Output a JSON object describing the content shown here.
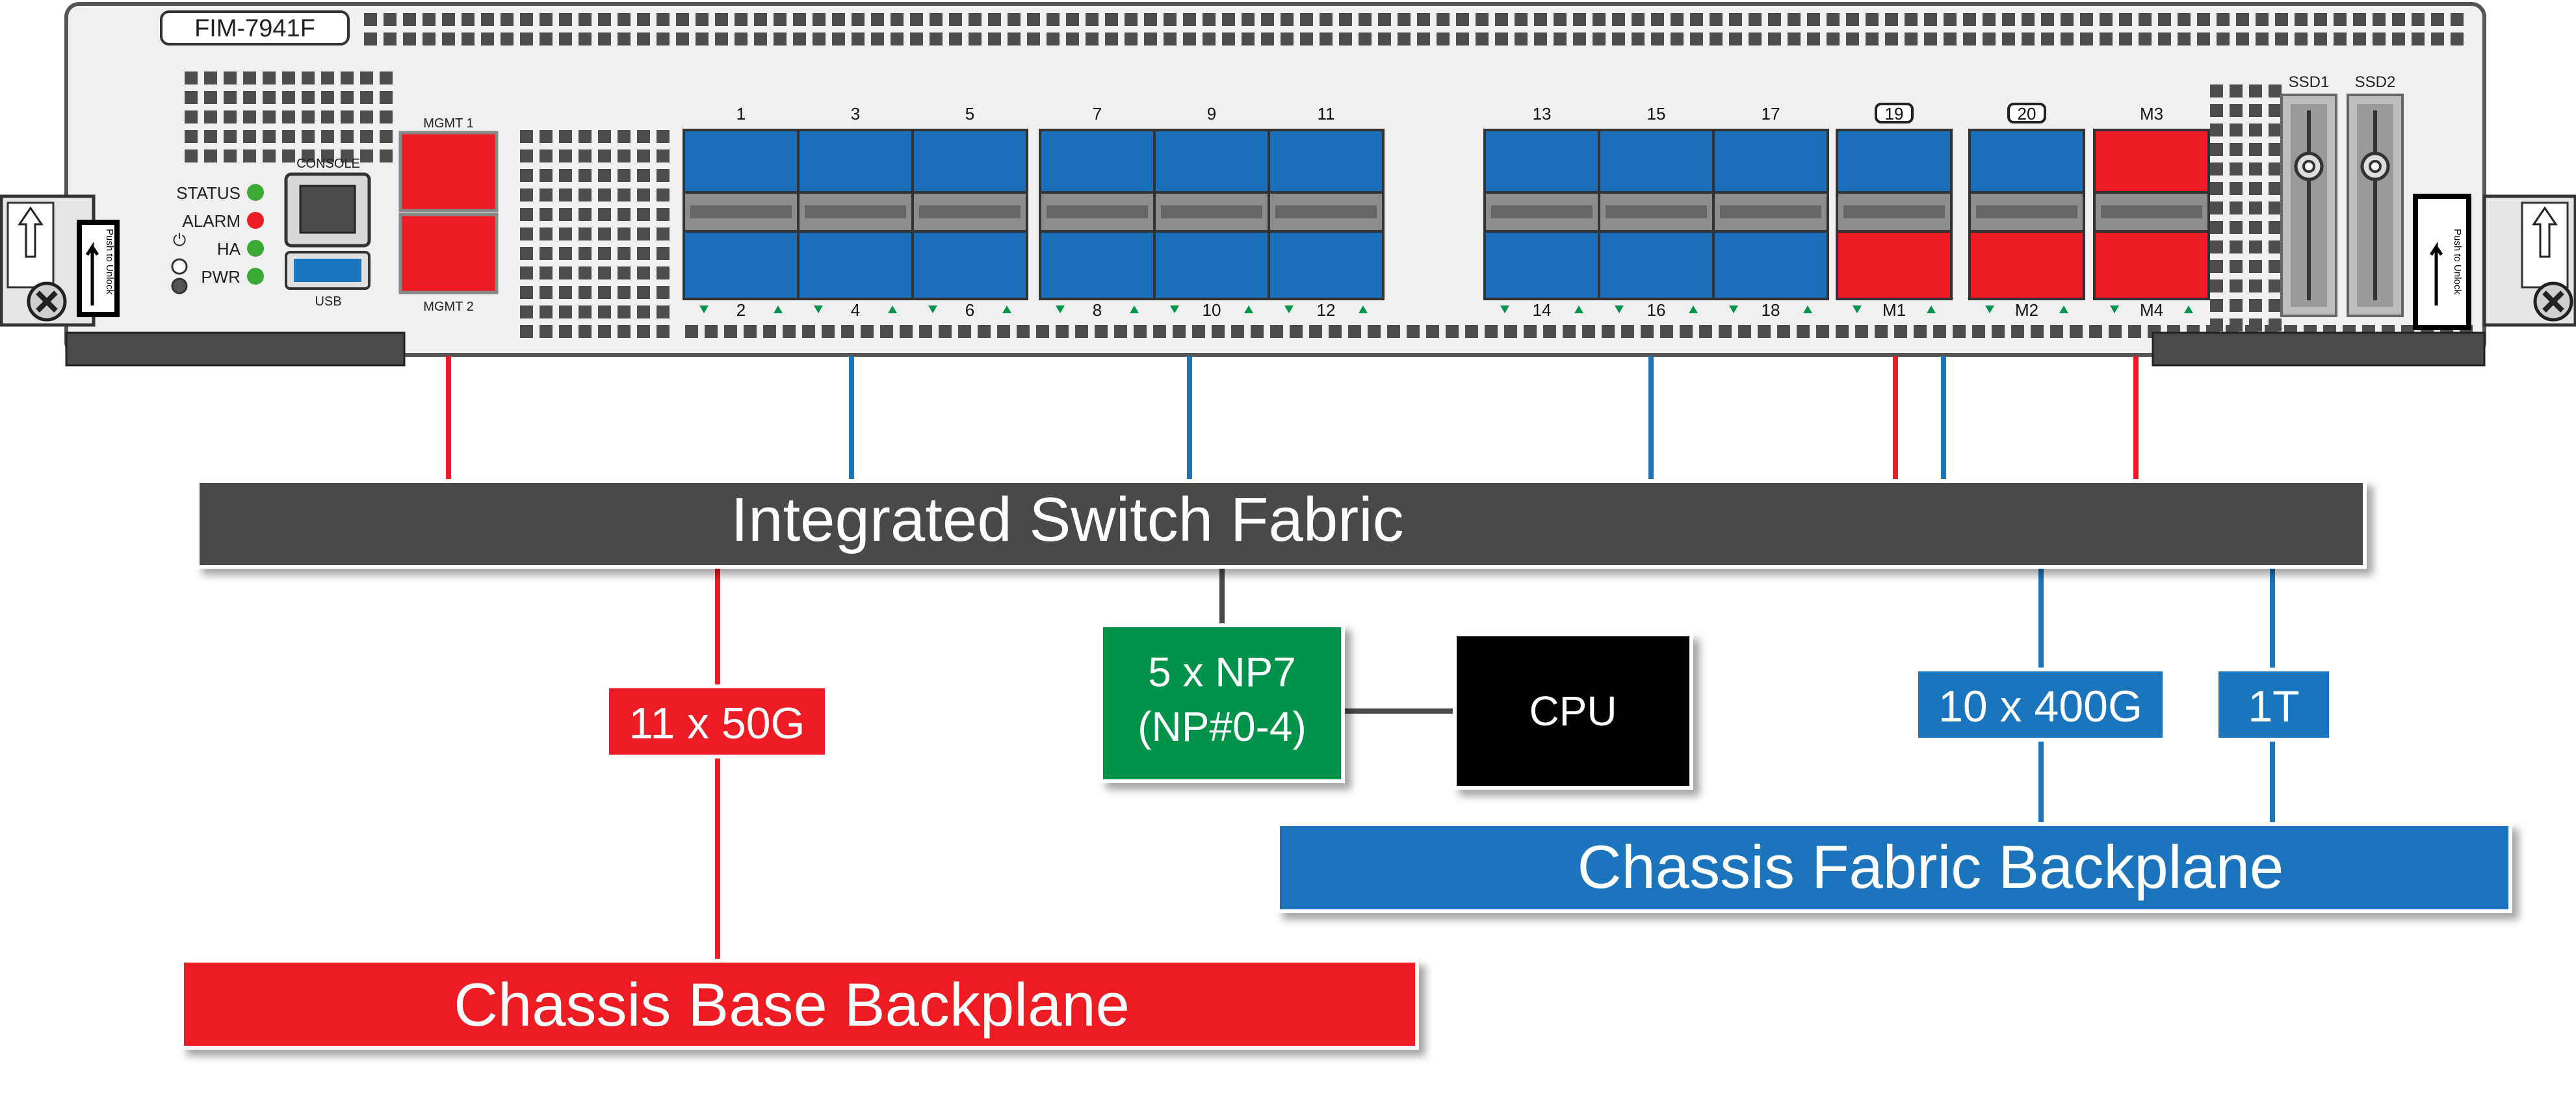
{
  "panel": {
    "model": "FIM-7941F",
    "leds": [
      {
        "label": "STATUS",
        "color": "#3aaa35"
      },
      {
        "label": "ALARM",
        "color": "#ed1c24"
      },
      {
        "label": "HA",
        "color": "#3aaa35"
      },
      {
        "label": "PWR",
        "color": "#3aaa35"
      }
    ],
    "console_label": "CONSOLE",
    "usb_label": "USB",
    "mgmt1_label": "MGMT 1",
    "mgmt2_label": "MGMT 2",
    "port_groups": [
      {
        "top": [
          "1",
          "3",
          "5"
        ],
        "bottom": [
          "2",
          "4",
          "6"
        ],
        "kind": "blue"
      },
      {
        "top": [
          "7",
          "9",
          "11"
        ],
        "bottom": [
          "8",
          "10",
          "12"
        ],
        "kind": "blue"
      },
      {
        "top": [
          "13",
          "15",
          "17"
        ],
        "bottom": [
          "14",
          "16",
          "18"
        ],
        "kind": "blue"
      }
    ],
    "mixed_ports": [
      {
        "top": "19",
        "bottom": "M1",
        "boxed": true
      },
      {
        "top": "20",
        "bottom": "M2",
        "boxed": true
      },
      {
        "top": "M3",
        "bottom": "M4",
        "boxed": false
      }
    ],
    "ssd_labels": [
      "SSD1",
      "SSD2"
    ],
    "unlock_label": "Push to Unlock"
  },
  "blocks": {
    "switch_fabric": "Integrated Switch Fabric",
    "np7_line1": "5 x NP7",
    "np7_line2": "(NP#0-4)",
    "cpu": "CPU",
    "base_link": "11 x 50G",
    "fabric_link_1": "10 x 400G",
    "fabric_link_2": "1T",
    "fabric_backplane": "Chassis Fabric Backplane",
    "base_backplane": "Chassis Base Backplane"
  },
  "colors": {
    "red": "#ed1c24",
    "blue": "#1b75bc",
    "port_blue": "#1a6fb8",
    "green": "#00934a",
    "dark": "#4a4a4a",
    "black": "#000000"
  }
}
